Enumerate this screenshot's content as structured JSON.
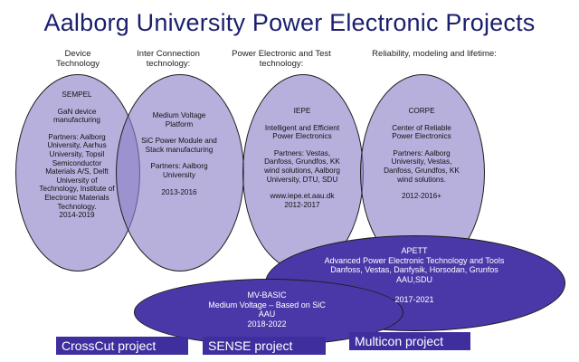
{
  "title": "Aalborg University Power Electronic Projects",
  "columns": [
    "Device\nTechnology",
    "Inter Connection\ntechnology:",
    "Power Electronic and Test\ntechnology:",
    "Reliability, modeling and lifetime:"
  ],
  "sempel": {
    "name": "SEMPEL",
    "desc": "GaN device\nmanufacturing",
    "partners": "Partners: Aalborg\nUniversity, Aarhus\nUniversity, Topsil\nSemiconductor\nMaterials A/S, Delft\nUniversity of\nTechnology, Institute of\nElectronic Materials\nTechnology.",
    "years": "2014-2019"
  },
  "interconnect": {
    "name": "Medium Voltage\nPlatform",
    "desc": "SiC Power Module and\nStack manufacturing",
    "partners": "Partners: Aalborg\nUniversity",
    "years": "2013-2016"
  },
  "iepe": {
    "name": "IEPE",
    "desc": "Intelligent and Efficient\nPower Electronics",
    "partners": "Partners:  Vestas,\nDanfoss, Grundfos, KK\nwind solutions, Aalborg\nUniversity, DTU, SDU",
    "url": "www.iepe.et.aau.dk",
    "years": "2012-2017"
  },
  "corpe": {
    "name": "CORPE",
    "desc": "Center of Reliable\nPower Electronics",
    "partners": "Partners: Aalborg\nUniversity, Vestas,\nDanfoss, Grundfos,  KK\nwind solutions.",
    "years": "2012-2016+"
  },
  "apett": {
    "name": "APETT",
    "desc": "Advanced Power Electronic Technology and Tools\nDanfoss, Vestas, Danfysik, Horsodan, Grunfos\nAAU,SDU",
    "years": "2017-2021"
  },
  "mvbasic": {
    "name": "MV-BASIC",
    "desc": "Medium Voltage – Based on SiC\nAAU",
    "years": "2018-2022"
  },
  "projects": {
    "crosscut": "CrossCut project",
    "sense": "SENSE project",
    "multicon": "Multicon project"
  },
  "colors": {
    "title": "#1a1f6e",
    "ellipse_fill": "#8a80c8",
    "bottom_ellipse": "#4b38a8",
    "project_box": "#3f2f9e"
  }
}
